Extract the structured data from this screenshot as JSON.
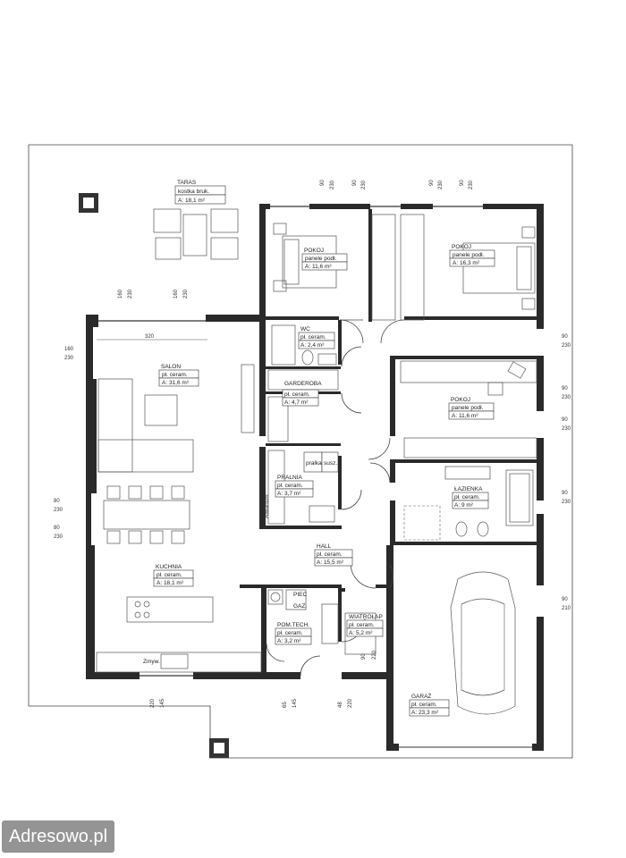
{
  "rooms": [
    {
      "id": "taras",
      "name": "TARAS",
      "finish": "kostka bruk.",
      "area": "A: 18,1 m²"
    },
    {
      "id": "pokoj1",
      "name": "POKOJ",
      "finish": "panele podł.",
      "area": "A: 11,6 m²"
    },
    {
      "id": "pokoj2",
      "name": "POKOJ",
      "finish": "panele podł.",
      "area": "A: 16,3 m²"
    },
    {
      "id": "wc",
      "name": "WC",
      "finish": "pł. ceram.",
      "area": "A: 2,4 m²"
    },
    {
      "id": "salon",
      "name": "SALON",
      "finish": "pł. ceram.",
      "area": "A: 31,6 m²"
    },
    {
      "id": "garderoba",
      "name": "GARDEROBA",
      "finish": "pł. ceram.",
      "area": "A: 4,7 m²"
    },
    {
      "id": "pokoj3",
      "name": "POKOJ",
      "finish": "panele podł.",
      "area": "A: 11,6 m²"
    },
    {
      "id": "pralnia",
      "name": "PRALNIA",
      "finish": "pł. ceram.",
      "area": "A: 3,7 m²"
    },
    {
      "id": "lazienka",
      "name": "ŁAZIENKA",
      "finish": "pł. ceram.",
      "area": "A: 9 m²"
    },
    {
      "id": "hall",
      "name": "HALL",
      "finish": "pł. ceram.",
      "area": "A: 15,5 m²"
    },
    {
      "id": "kuchnia",
      "name": "KUCHNIA",
      "finish": "pł. ceram.",
      "area": "A: 18,1 m²"
    },
    {
      "id": "pomtech",
      "name": "POM.TECH.",
      "finish": "pł. ceram.",
      "area": "A: 3,2 m²"
    },
    {
      "id": "wiatrolap",
      "name": "WIATROŁAP",
      "finish": "pł. ceram.",
      "area": "A: 5,2 m²"
    },
    {
      "id": "garaz",
      "name": "GARAŻ",
      "finish": "pł. ceram.",
      "area": "A: 23,3 m²"
    }
  ],
  "fixtures": {
    "pralka": "pralka",
    "susz": "susz.",
    "alwarium": "Alwarium",
    "piec": "PIEC",
    "gaz": "GAZ.",
    "zmyw": "Zmyw."
  },
  "dimensions": {
    "top": [
      "90",
      "230",
      "90",
      "230",
      "90",
      "230",
      "90",
      "230"
    ],
    "salon_top": [
      "160",
      "230",
      "160",
      "230"
    ],
    "salon_width": "320",
    "left": [
      [
        "160",
        "230"
      ],
      [
        "80",
        "230"
      ],
      [
        "80",
        "230"
      ]
    ],
    "right": [
      [
        "90",
        "230"
      ],
      [
        "90",
        "230"
      ],
      [
        "90",
        "230"
      ],
      [
        "90",
        "230"
      ],
      [
        "90",
        "210"
      ]
    ],
    "bottom": [
      "220",
      "145",
      "65",
      "145",
      "48",
      "220",
      "90",
      "220"
    ]
  },
  "watermark": "Adresowo.pl"
}
